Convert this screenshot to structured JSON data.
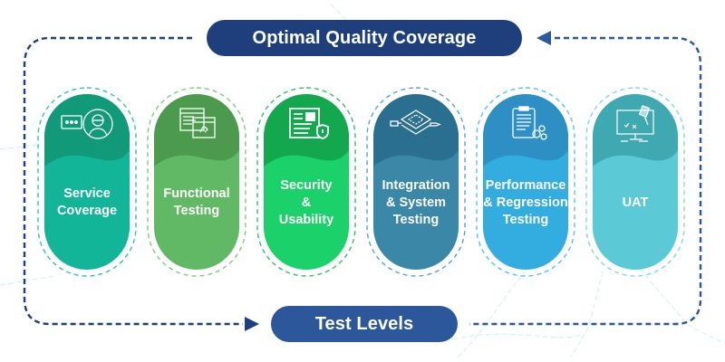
{
  "header": {
    "title": "Optimal Quality Coverage"
  },
  "footer": {
    "title": "Test Levels"
  },
  "colors": {
    "dark_navy": "#1e3f7b",
    "navy": "#2c579a",
    "loop_line": "#1e3f7b"
  },
  "levels": [
    {
      "label": "Service\nCoverage",
      "icon": "customer-support-icon",
      "top_color": "#119a7a",
      "body_color": "#12b597",
      "ring_color": "#2fc4a6"
    },
    {
      "label": "Functional\nTesting",
      "icon": "code-windows-icon",
      "top_color": "#4b9a4e",
      "body_color": "#62b965",
      "ring_color": "#7fcb7f"
    },
    {
      "label": "Security\n&\nUsability",
      "icon": "security-document-icon",
      "top_color": "#14a84e",
      "body_color": "#1bd16a",
      "ring_color": "#2fbf6a"
    },
    {
      "label": "Integration\n& System\nTesting",
      "icon": "layers-integration-icon",
      "top_color": "#2a6f8f",
      "body_color": "#3b87a8",
      "ring_color": "#5aa4c2"
    },
    {
      "label": "Performance\n& Regression\nTesting",
      "icon": "clipboard-gears-icon",
      "top_color": "#2d8fc4",
      "body_color": "#33acdf",
      "ring_color": "#5ac0e8"
    },
    {
      "label": "UAT",
      "icon": "monitor-test-icon",
      "top_color": "#3ea9b0",
      "body_color": "#5bc9d6",
      "ring_color": "#7fd7e2"
    }
  ]
}
